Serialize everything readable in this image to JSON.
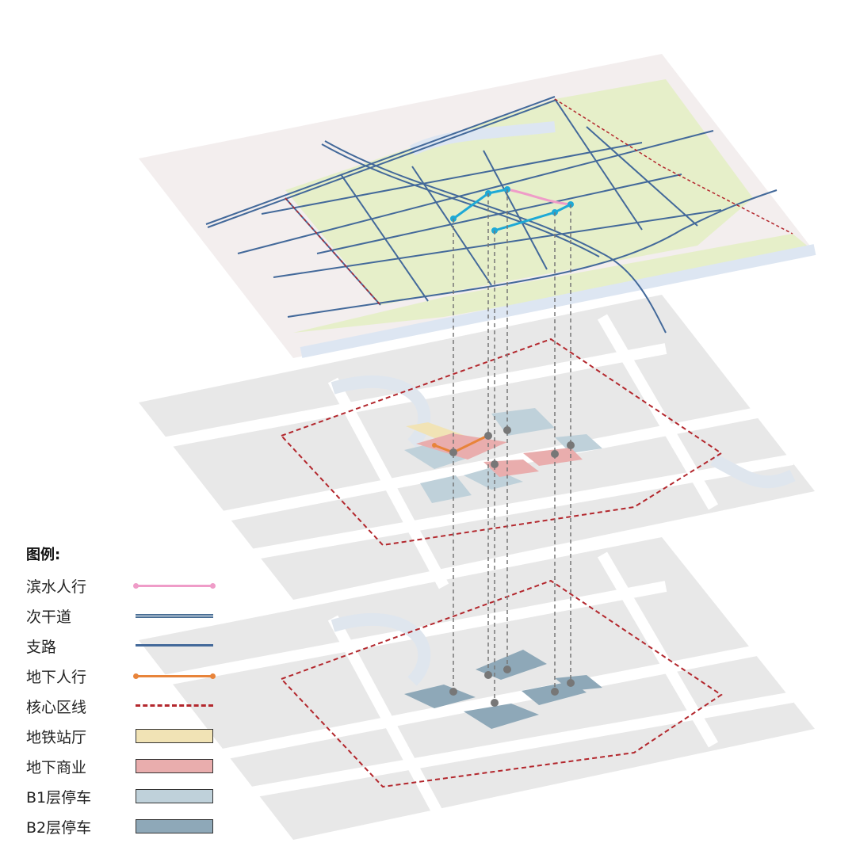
{
  "legend": {
    "title": "图例:",
    "items": [
      {
        "label": "滨水人行",
        "symbol": "line-dot",
        "color": "#ef9cc8"
      },
      {
        "label": "次干道",
        "symbol": "double-line",
        "color": "#4a6f96"
      },
      {
        "label": "支路",
        "symbol": "line",
        "color": "#43699a"
      },
      {
        "label": "地下人行",
        "symbol": "line-dot",
        "color": "#e8843a"
      },
      {
        "label": "核心区线",
        "symbol": "dashed-line",
        "color": "#b3272d"
      },
      {
        "label": "地铁站厅",
        "symbol": "box",
        "color": "#f1e3b5"
      },
      {
        "label": "地下商业",
        "symbol": "box",
        "color": "#e9adad"
      },
      {
        "label": "B1层停车",
        "symbol": "box",
        "color": "#bfd1da"
      },
      {
        "label": "B2层停车",
        "symbol": "box",
        "color": "#8ea8b8"
      }
    ]
  },
  "colors": {
    "ground": "#f3eeee",
    "green": "#e6efc9",
    "water": "#dde6f2",
    "grey_block": "#e3e3e3",
    "road": "#43699a",
    "connector": "#777777",
    "waterfront": "#1ea9d6"
  }
}
